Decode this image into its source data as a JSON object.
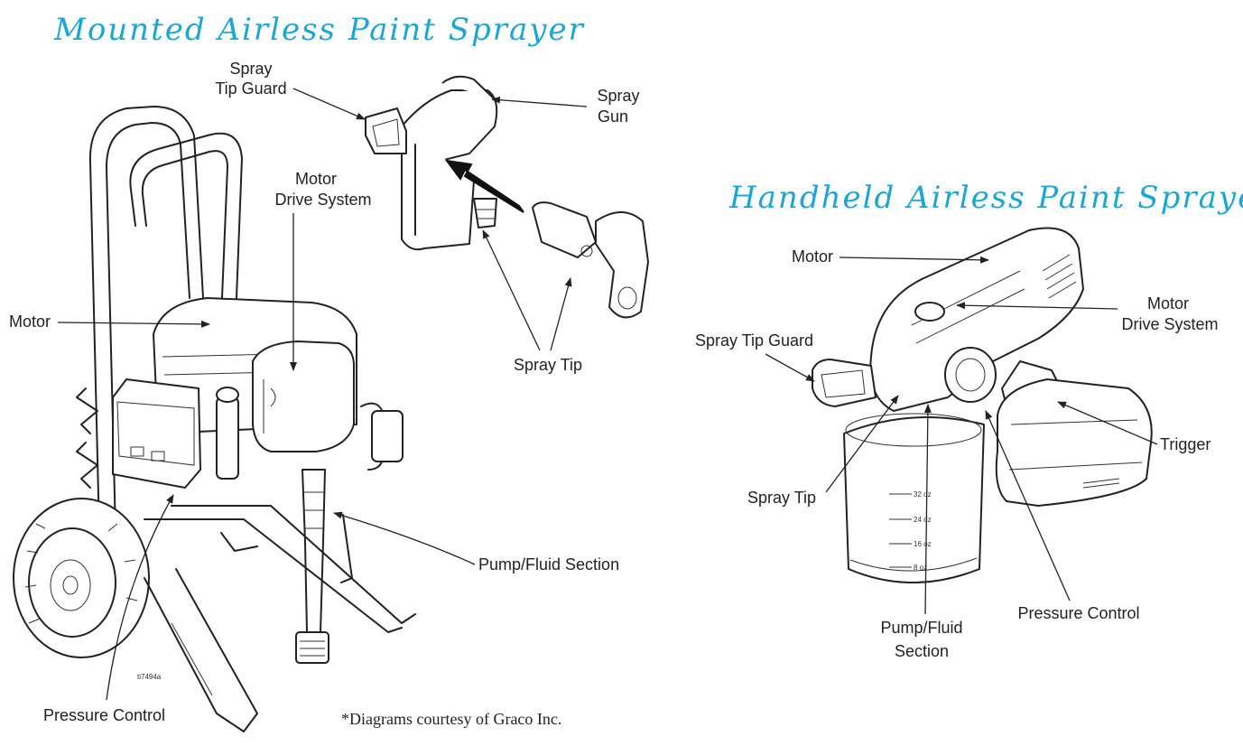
{
  "titles": {
    "mounted": "Mounted Airless Paint Sprayer",
    "handheld": "Handheld Airless Paint Sprayer"
  },
  "mounted_labels": {
    "spray_tip_guard_1": "Spray",
    "spray_tip_guard_2": "Tip Guard",
    "spray_gun_1": "Spray",
    "spray_gun_2": "Gun",
    "motor_drive_1": "Motor",
    "motor_drive_2": "Drive System",
    "motor": "Motor",
    "spray_tip": "Spray Tip",
    "pump_fluid": "Pump/Fluid Section",
    "pressure_control": "Pressure Control",
    "figure_code": "ti7494a"
  },
  "handheld_labels": {
    "motor": "Motor",
    "motor_drive_1": "Motor",
    "motor_drive_2": "Drive System",
    "spray_tip_guard": "Spray Tip Guard",
    "trigger": "Trigger",
    "spray_tip": "Spray Tip",
    "pump_fluid_1": "Pump/Fluid",
    "pump_fluid_2": "Section",
    "pressure_control": "Pressure Control",
    "cup_marks": [
      "32 oz",
      "24 oz",
      "16 oz",
      "8 oz"
    ]
  },
  "credit": "*Diagrams courtesy of Graco Inc.",
  "colors": {
    "title": "#1aa7d6",
    "lines": "#222222"
  }
}
